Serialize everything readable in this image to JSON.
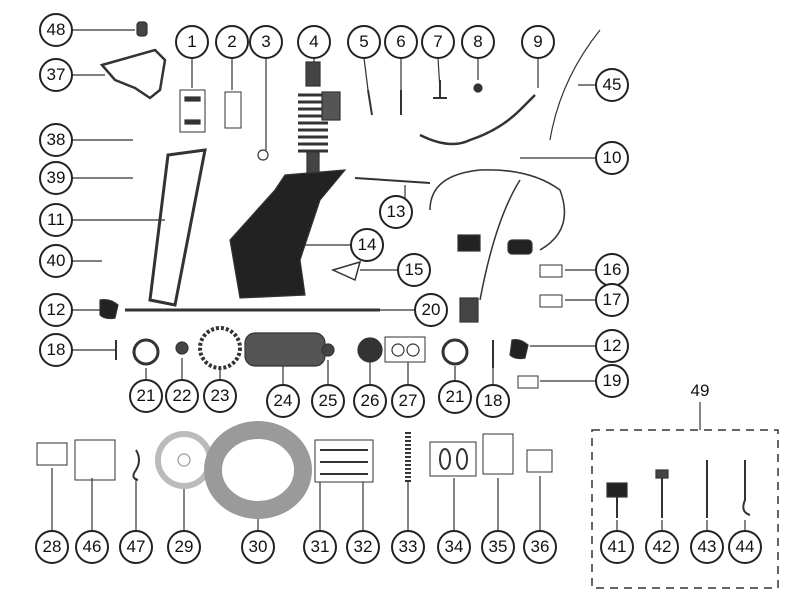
{
  "diagram": {
    "part_numbers": [
      "1",
      "2",
      "3",
      "4",
      "5",
      "6",
      "7",
      "8",
      "9",
      "10",
      "11",
      "12",
      "13",
      "14",
      "15",
      "16",
      "17",
      "18",
      "19",
      "20",
      "21",
      "22",
      "23",
      "24",
      "25",
      "26",
      "27",
      "28",
      "29",
      "30",
      "31",
      "32",
      "33",
      "34",
      "35",
      "36",
      "37",
      "38",
      "39",
      "40",
      "41",
      "42",
      "43",
      "44",
      "45",
      "46",
      "47",
      "48",
      "49"
    ],
    "assembly_label": "49",
    "colors": {
      "ink": "#222222",
      "part": "#333333",
      "tire": "#9a9a9a",
      "ring": "#000000"
    }
  }
}
